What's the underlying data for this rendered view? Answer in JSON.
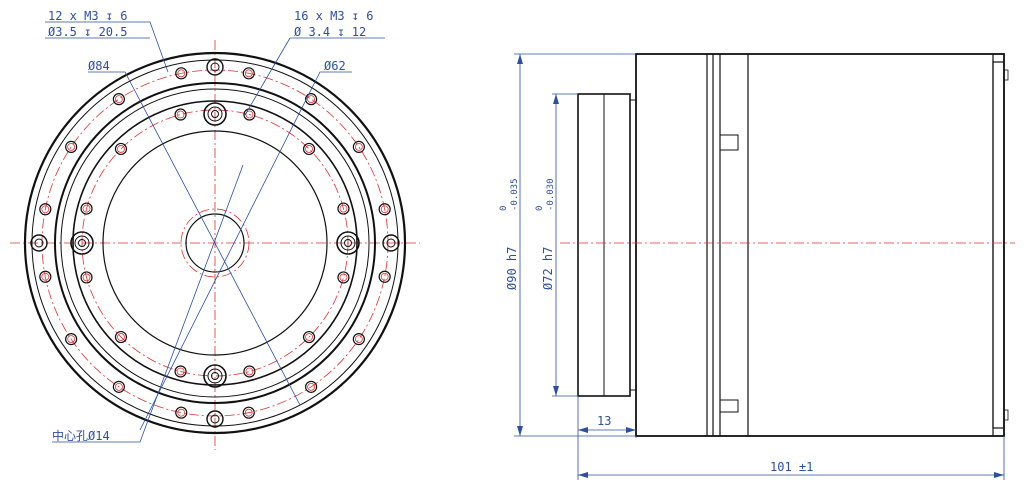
{
  "front_view": {
    "callout_holes_12": {
      "line1": "12 x M3 ↧ 6",
      "line2": "Ø3.5 ↧ 20.5"
    },
    "callout_holes_16": {
      "line1": "16 x M3 ↧ 6",
      "line2": "Ø 3.4 ↧ 12"
    },
    "dia_84": "Ø84",
    "dia_62": "Ø62",
    "center_hole": "中心孔Ø14"
  },
  "side_view": {
    "dia_90": {
      "main": "Ø90 h7",
      "upper": "0",
      "lower": "-0.035"
    },
    "dia_72": {
      "main": "Ø72 h7",
      "upper": "0",
      "lower": "-0.030"
    },
    "len_13": "13",
    "len_101": "101 ±1"
  },
  "colors": {
    "dimension": "#2e4fa0",
    "centerline": "#dd3333",
    "object": "#111111"
  }
}
